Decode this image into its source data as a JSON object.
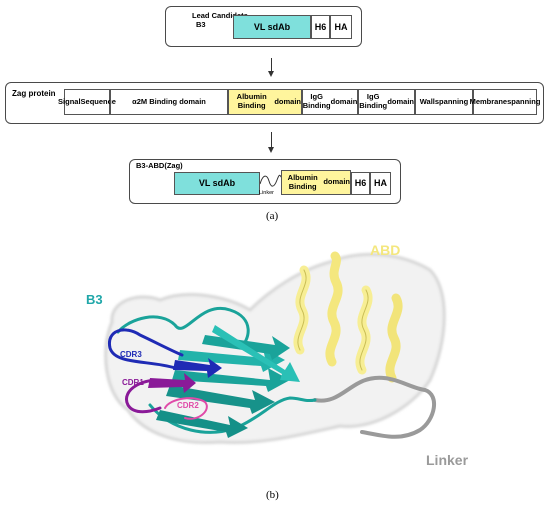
{
  "panel_a": {
    "lead": {
      "title_line1": "Lead Candidate",
      "title_line2": "B3",
      "cells": [
        "VL sdAb",
        "H6",
        "HA"
      ]
    },
    "zag": {
      "title": "Zag protein",
      "cells": [
        [
          "Signal",
          "Sequence"
        ],
        [
          "α2M Binding domain"
        ],
        [
          "Albumin Binding",
          "domain"
        ],
        [
          "IgG Binding",
          "domain"
        ],
        [
          "IgG Binding",
          "domain"
        ],
        [
          "Wall",
          "spanning"
        ],
        [
          "Membrane",
          "spanning"
        ]
      ]
    },
    "fusion": {
      "title": "B3-ABD(Zag)",
      "vl": "VL sdAb",
      "linker": "Linker",
      "abd": [
        "Albumin Binding",
        "domain"
      ],
      "h6": "H6",
      "ha": "HA"
    },
    "caption": "(a)"
  },
  "panel_b": {
    "labels": {
      "abd": "ABD",
      "b3": "B3",
      "cdr3": "CDR3",
      "cdr1": "CDR1",
      "cdr2": "CDR2",
      "linker": "Linker"
    },
    "caption": "(b)"
  },
  "colors": {
    "vl": "#7fe0dc",
    "abd_box": "#fff59d",
    "teal": "#1aa39a",
    "abd_helix": "#f7ee94",
    "cdr3": "#1f2bb5",
    "cdr1": "#8a1a98",
    "cdr2": "#e04aa8",
    "linker": "#9a9a9a"
  }
}
